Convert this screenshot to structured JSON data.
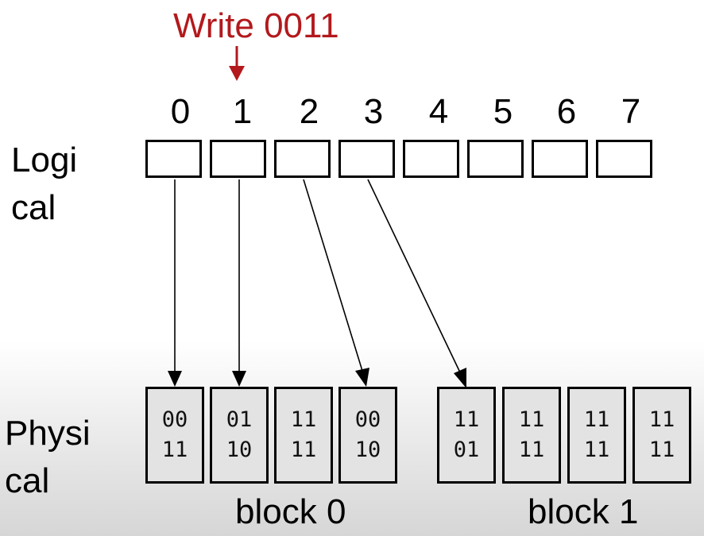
{
  "write_label": "Write 0011",
  "colors": {
    "accent": "#b3191c",
    "line": "#000000",
    "physical_fill": "#e3e3e3"
  },
  "logical_label": [
    "Logi",
    "cal"
  ],
  "physical_label": [
    "Physi",
    "cal"
  ],
  "logical_indices": [
    "0",
    "1",
    "2",
    "3",
    "4",
    "5",
    "6",
    "7"
  ],
  "physical_pages": [
    {
      "top": "00",
      "bottom": "11"
    },
    {
      "top": "01",
      "bottom": "10"
    },
    {
      "top": "11",
      "bottom": "11"
    },
    {
      "top": "00",
      "bottom": "10"
    },
    {
      "top": "11",
      "bottom": "01"
    },
    {
      "top": "11",
      "bottom": "11"
    },
    {
      "top": "11",
      "bottom": "11"
    },
    {
      "top": "11",
      "bottom": "11"
    }
  ],
  "blocks": [
    "block 0",
    "block 1"
  ],
  "mappings": [
    {
      "from": 0,
      "to": 0
    },
    {
      "from": 1,
      "to": 1
    },
    {
      "from": 2,
      "to": 3
    },
    {
      "from": 3,
      "to": 4
    }
  ]
}
